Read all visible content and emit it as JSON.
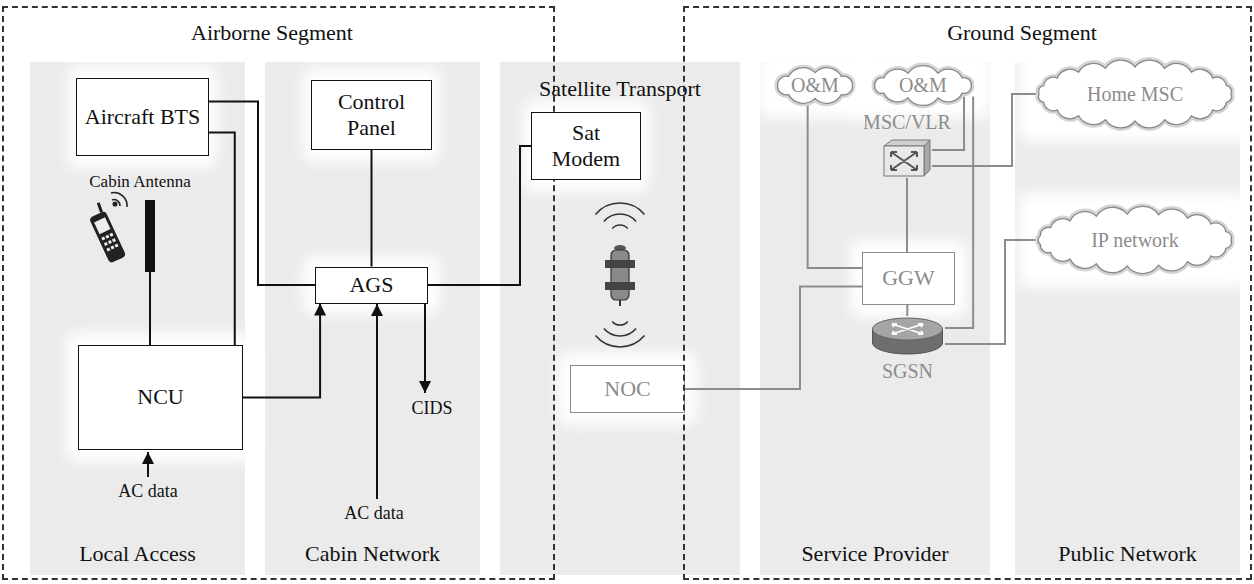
{
  "diagram": {
    "nodes": [
      {
        "text": [
          "Airborne Segment"
        ]
      },
      {
        "text": [
          "Local Access"
        ],
        "in": 0
      },
      {
        "text": [
          "Aircraft BTS"
        ],
        "in": 1
      },
      {
        "text": [
          "NCU"
        ],
        "in": 1
      },
      {
        "text": [
          "Cabin Network"
        ],
        "in": 0
      },
      {
        "text": [
          "Control Panel"
        ],
        "in": 4
      },
      {
        "text": [
          "AGS"
        ],
        "in": 4
      },
      {
        "text": [
          "Satellite Transport"
        ]
      },
      {
        "text": [
          "Sat Modem"
        ],
        "in": 7
      },
      {
        "text": [
          "NOC"
        ],
        "in": 7
      },
      {
        "text": [
          "Ground Segment"
        ]
      },
      {
        "text": [
          "Service Provider"
        ],
        "in": 10
      },
      {
        "text": [
          "O&M"
        ],
        "in": 11
      },
      {
        "text": [
          "O&M"
        ],
        "in": 11
      },
      {
        "text": [
          "MSC/VLR"
        ],
        "in": 11
      },
      {
        "text": [
          "GGW"
        ],
        "in": 11
      },
      {
        "text": [
          "SGSN"
        ],
        "in": 11
      },
      {
        "text": [
          "Public Network"
        ],
        "in": 10
      },
      {
        "text": [
          "Home MSC"
        ],
        "in": 17
      },
      {
        "text": [
          "IP network"
        ],
        "in": 17
      }
    ],
    "edges": [
      {
        "from": 2,
        "to": 6,
        "arrow": "none"
      },
      {
        "from": 2,
        "to": 3,
        "arrow": "none"
      },
      {
        "from": 3,
        "to": 6,
        "arrow": "to"
      },
      {
        "from": 5,
        "to": 6,
        "arrow": "none"
      },
      {
        "from": 6,
        "to": 8,
        "arrow": "none"
      },
      {
        "from": 9,
        "to": 15,
        "arrow": "none"
      },
      {
        "from": 12,
        "to": 15,
        "arrow": "none"
      },
      {
        "from": 13,
        "to": 14,
        "arrow": "none"
      },
      {
        "from": 13,
        "to": 16,
        "arrow": "none"
      },
      {
        "from": 14,
        "to": 18,
        "arrow": "none"
      },
      {
        "from": 14,
        "to": 15,
        "arrow": "none"
      },
      {
        "from": 15,
        "to": 16,
        "arrow": "none"
      },
      {
        "from": 16,
        "to": 19,
        "arrow": "none"
      }
    ],
    "labels": [
      "Cabin Antenna",
      "CIDS",
      "AC data",
      "AC data"
    ]
  }
}
